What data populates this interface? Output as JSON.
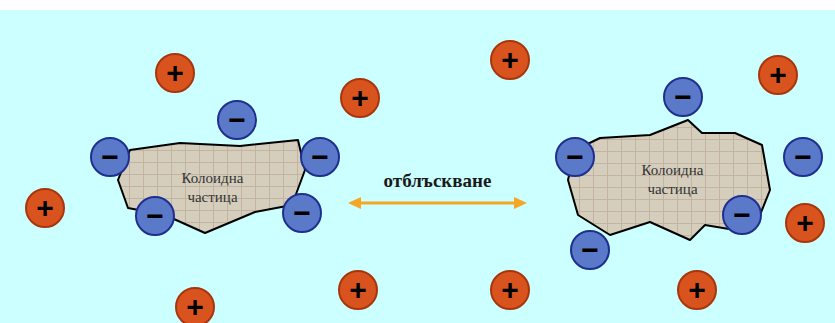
{
  "diagram": {
    "nodes": [
      {
        "text": [
          "+"
        ]
      },
      {
        "text": [
          "+"
        ]
      },
      {
        "text": [
          "+"
        ]
      },
      {
        "text": [
          "−"
        ]
      },
      {
        "text": [
          "+"
        ]
      },
      {
        "text": [
          "−"
        ]
      },
      {
        "text": [
          "−"
        ]
      },
      {
        "text": [
          "Колоидна частица"
        ]
      },
      {
        "text": [
          "−"
        ]
      },
      {
        "text": [
          "−"
        ]
      },
      {
        "text": [
          "Колоидна частица"
        ]
      },
      {
        "text": [
          "−"
        ]
      },
      {
        "text": [
          "+"
        ]
      },
      {
        "text": [
          "−"
        ]
      },
      {
        "text": [
          "−"
        ]
      },
      {
        "text": [
          "−"
        ]
      },
      {
        "text": [
          "+"
        ]
      },
      {
        "text": [
          "−"
        ]
      },
      {
        "text": [
          "+"
        ]
      },
      {
        "text": [
          "+"
        ]
      },
      {
        "text": [
          "+"
        ]
      },
      {
        "text": [
          "+"
        ]
      }
    ],
    "edges": [
      {
        "from": 7,
        "to": 10,
        "arrow": "both",
        "label": "отблъскване"
      }
    ]
  }
}
